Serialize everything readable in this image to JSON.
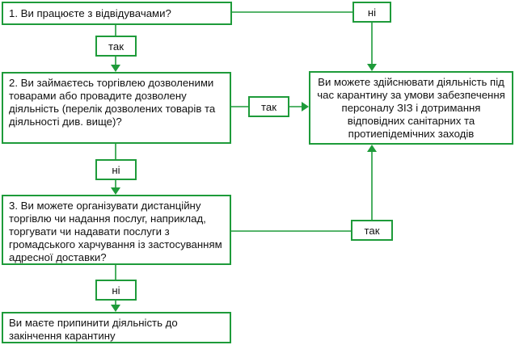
{
  "nodes": {
    "q1": "1. Ви працюєте з відвідувачами?",
    "q2": "2. Ви займаєтесь торгівлею дозволеними товарами або провадите дозволену діяльність (перелік дозволених товарів та діяльності див. вище)?",
    "q3": "3. Ви можете організувати дистанційну торгівлю чи надання послуг, наприклад, торгувати чи надавати послуги з громадського харчування із застосуванням адресної доставки?",
    "result_allowed": "Ви можете здійснювати діяльність під час карантину за умови забезпечення персоналу ЗІЗ і дотримання відповідних санітарних та протиепідемічних заходів",
    "result_stop": "Ви маєте припинити діяльність до закінчення карантину"
  },
  "edges": {
    "q1_yes": "так",
    "q1_no": "ні",
    "q2_yes": "так",
    "q2_no": "ні",
    "q3_yes": "так",
    "q3_no": "ні"
  },
  "colors": {
    "accent": "#1e9b3a"
  }
}
